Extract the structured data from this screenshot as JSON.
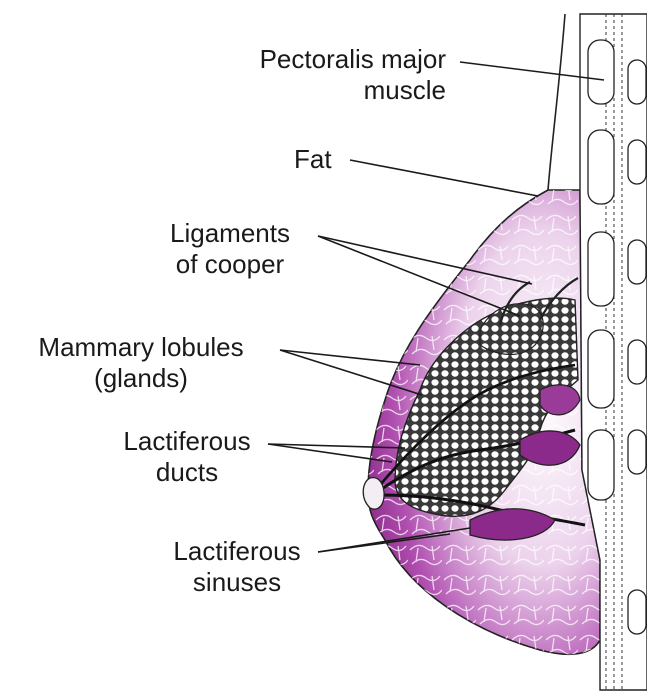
{
  "labels": {
    "pectoralis": {
      "line1": "Pectoralis major",
      "line2": "muscle"
    },
    "fat": {
      "line1": "Fat"
    },
    "ligaments": {
      "line1": "Ligaments",
      "line2": "of cooper"
    },
    "lobules": {
      "line1": "Mammary lobules",
      "line2": "(glands)"
    },
    "ducts": {
      "line1": "Lactiferous",
      "line2": "ducts"
    },
    "sinuses": {
      "line1": "Lactiferous",
      "line2": "sinuses"
    }
  },
  "colors": {
    "tissue_dark": "#8b2a8a",
    "tissue_mid": "#b04fb0",
    "tissue_light": "#ecd3ec",
    "gland_fill": "#ffffff",
    "outline": "#222222",
    "text": "#1a1a1a",
    "background": "#ffffff"
  }
}
